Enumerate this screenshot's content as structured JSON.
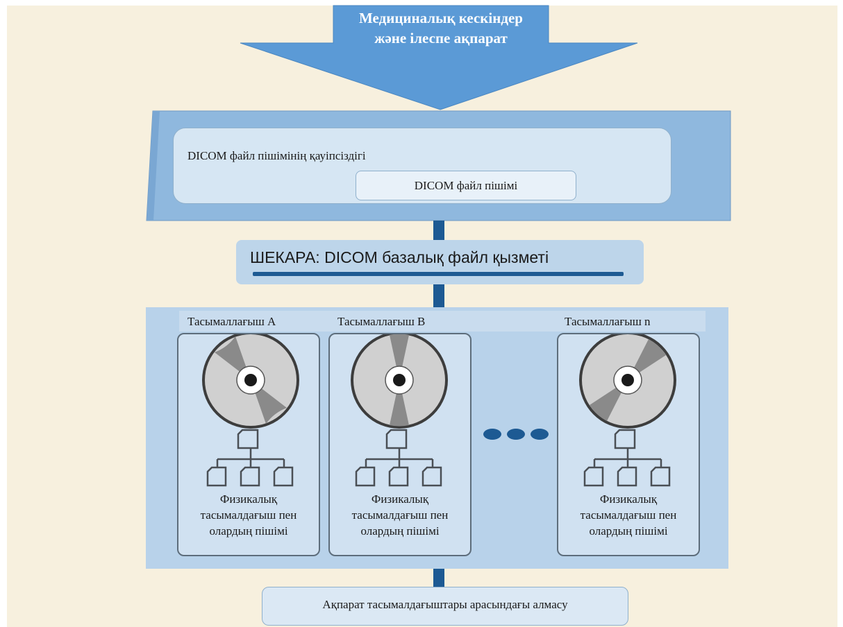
{
  "top_arrow": {
    "line1": "Медициналық кескіндер",
    "line2": "және ілеспе ақпарат"
  },
  "security": {
    "label": "DICOM файл пішімінің қауіпсіздігі",
    "format_label": "DICOM файл пішімі"
  },
  "boundary": {
    "label": "ШЕКАРА:  DICOM базалық файл қызметі"
  },
  "media": [
    {
      "title": "Тасымаллағыш A",
      "caption": [
        "Физикалық",
        "тасымалдағыш пен",
        "олардың пішімі"
      ]
    },
    {
      "title": "Тасымаллағыш B",
      "caption": [
        "Физикалық",
        "тасымалдағыш пен",
        "олардың пішімі"
      ]
    },
    {
      "title": "Тасымаллағыш n",
      "caption": [
        "Физикалық",
        "тасымалдағыш пен",
        "олардың пішімі"
      ]
    }
  ],
  "exchange": {
    "label": "Ақпарат тасымалдағыштары арасындағы алмасу"
  },
  "colors": {
    "arrow_blue": "#5b9ad6",
    "band_blue": "#9cbfe2",
    "connector": "#1d5a93",
    "background": "#f7f0de"
  }
}
